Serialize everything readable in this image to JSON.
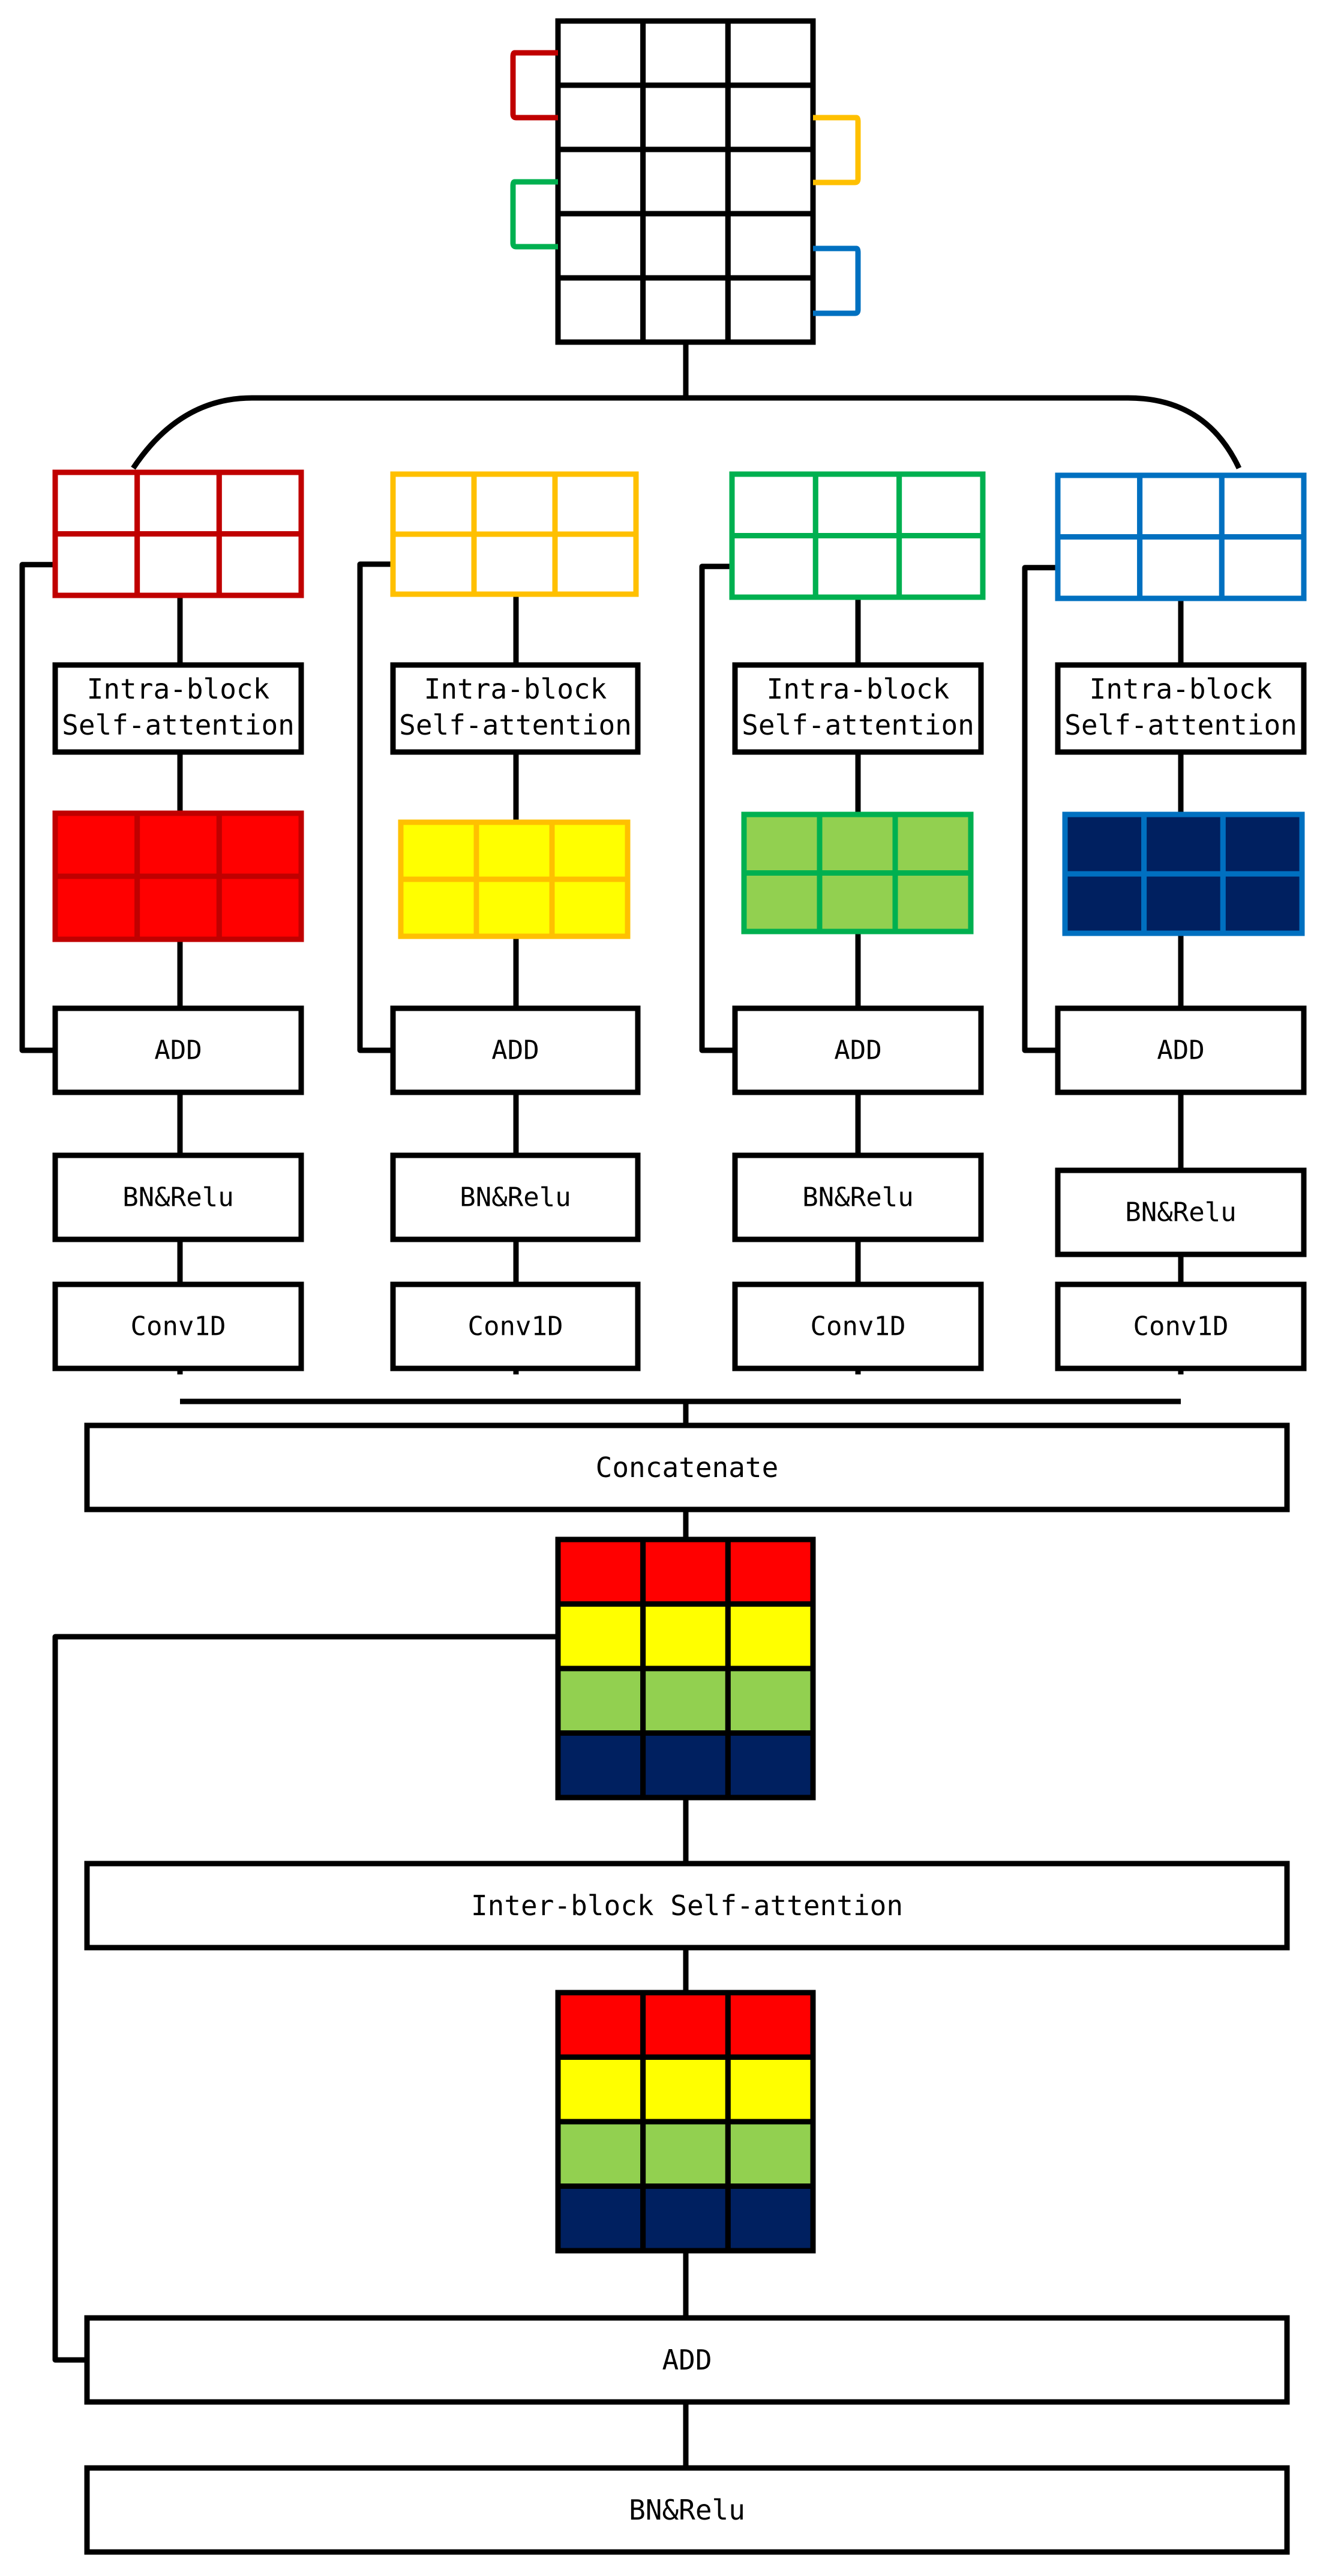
{
  "colors": {
    "red": "#C00000",
    "red_fill": "#FF0000",
    "yellow": "#FFC000",
    "yellow_fill": "#FFFF00",
    "green": "#00B050",
    "green_fill": "#92D050",
    "blue": "#0070C0",
    "blue_fill": "#002060",
    "line": "#000000"
  },
  "branches": [
    {
      "color_key": "red",
      "attention": [
        "Intra-block",
        "Self-attention"
      ],
      "add": "ADD",
      "bn": "BN&Relu",
      "conv": "Conv1D"
    },
    {
      "color_key": "yellow",
      "attention": [
        "Intra-block",
        "Self-attention"
      ],
      "add": "ADD",
      "bn": "BN&Relu",
      "conv": "Conv1D"
    },
    {
      "color_key": "green",
      "attention": [
        "Intra-block",
        "Self-attention"
      ],
      "add": "ADD",
      "bn": "BN&Relu",
      "conv": "Conv1D"
    },
    {
      "color_key": "blue",
      "attention": [
        "Intra-block",
        "Self-attention"
      ],
      "add": "ADD",
      "bn": "BN&Relu",
      "conv": "Conv1D"
    }
  ],
  "concatenate": "Concatenate",
  "inter_attention": "Inter-block Self-attention",
  "final_add": "ADD",
  "final_bn": "BN&Relu"
}
